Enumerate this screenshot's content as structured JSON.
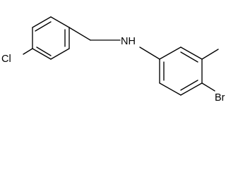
{
  "structure": {
    "atoms": {
      "cl": "Cl",
      "nh": "NH",
      "br": "Br"
    }
  }
}
